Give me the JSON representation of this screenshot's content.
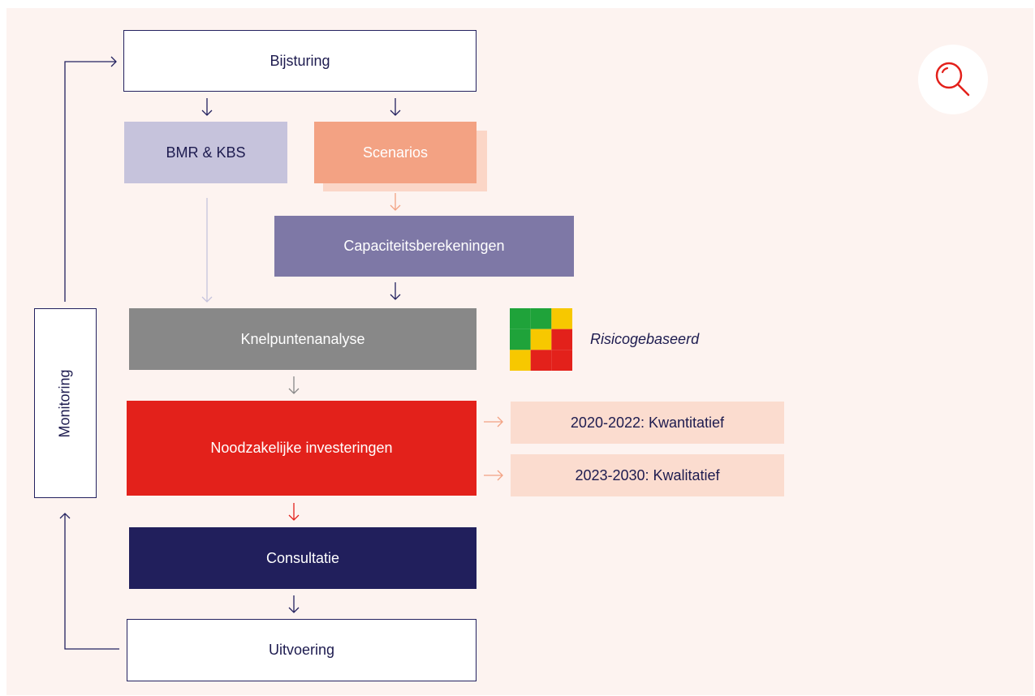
{
  "diagram": {
    "bijsturing": "Bijsturing",
    "bmr_kbs": "BMR & KBS",
    "scenarios": "Scenarios",
    "capaciteitsberekeningen": "Capaciteitsberekeningen",
    "knelpuntenanalyse": "Knelpuntenanalyse",
    "noodzakelijke_investeringen": "Noodzakelijke investeringen",
    "consultatie": "Consultatie",
    "uitvoering": "Uitvoering",
    "monitoring": "Monitoring",
    "risicogebaseerd": "Risicogebaseerd",
    "kwantitatief": "2020-2022: Kwantitatief",
    "kwalitatief": "2023-2030: Kwalitatief"
  },
  "icons": {
    "search": "magnifier-icon",
    "risk_matrix": "risk-matrix-icon"
  },
  "colors": {
    "navy": "#211f5c",
    "lavender": "#c6c3dc",
    "salmon": "#f3a283",
    "purple": "#7e78a6",
    "grey": "#888888",
    "red": "#e3211b",
    "peach": "#fbdccf",
    "background": "#fdf3f0",
    "risk_green": "#1fa33a",
    "risk_yellow": "#f7c800",
    "risk_red": "#e3211b"
  }
}
